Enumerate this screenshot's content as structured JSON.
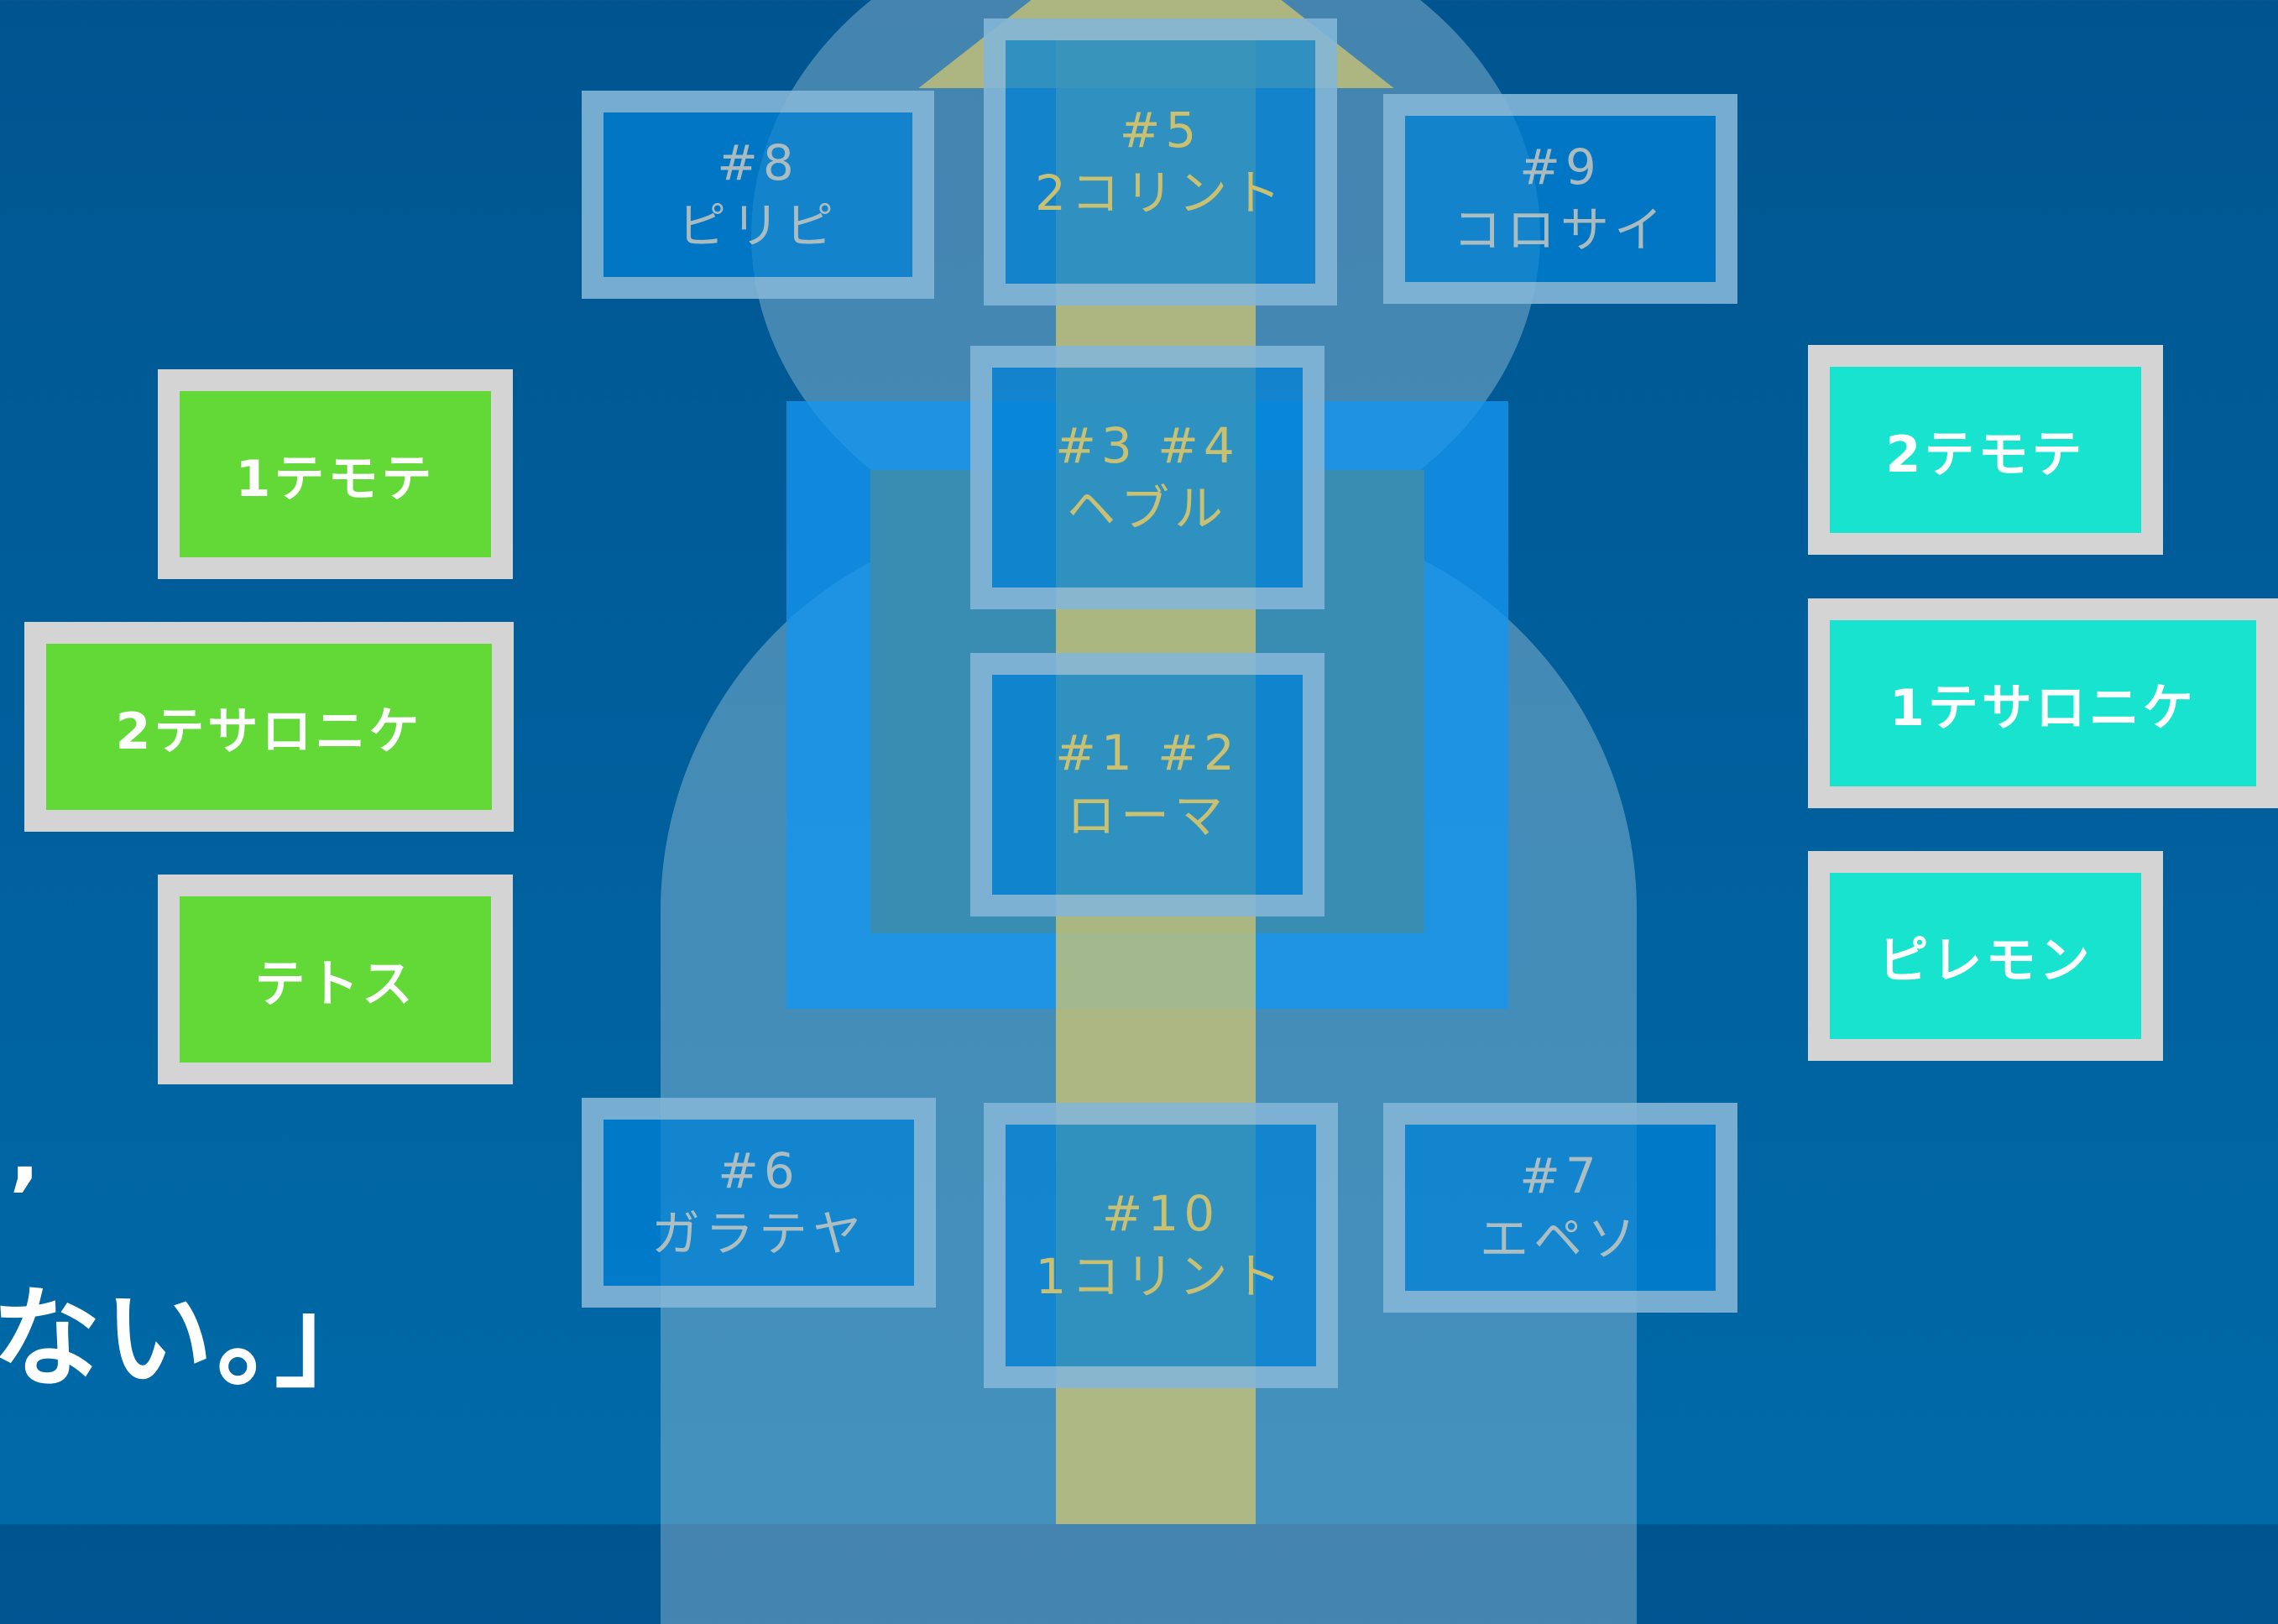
{
  "books": [
    {
      "num": "#8",
      "name": "ピリピ"
    },
    {
      "num": "#5",
      "name": "2コリント"
    },
    {
      "num": "#9",
      "name": "コロサイ"
    },
    {
      "num": "#3 #4",
      "name": "ヘブル"
    },
    {
      "num": "#1 #2",
      "name": "ローマ"
    },
    {
      "num": "#6",
      "name": "ガラテヤ"
    },
    {
      "num": "#10",
      "name": "1コリント"
    },
    {
      "num": "#7",
      "name": "エペソ"
    }
  ],
  "left_books": [
    "1テモテ",
    "2テサロニケ",
    "テトス"
  ],
  "right_books": [
    "2テモテ",
    "1テサロニケ",
    "ピレモン"
  ],
  "quote": {
    "mark": "’",
    "text": "ない。」"
  },
  "colors": {
    "background": "#005590",
    "green": "#62d937",
    "teal": "#18e3cf",
    "frame": "#1496f0",
    "gold": "#d6c86e"
  }
}
